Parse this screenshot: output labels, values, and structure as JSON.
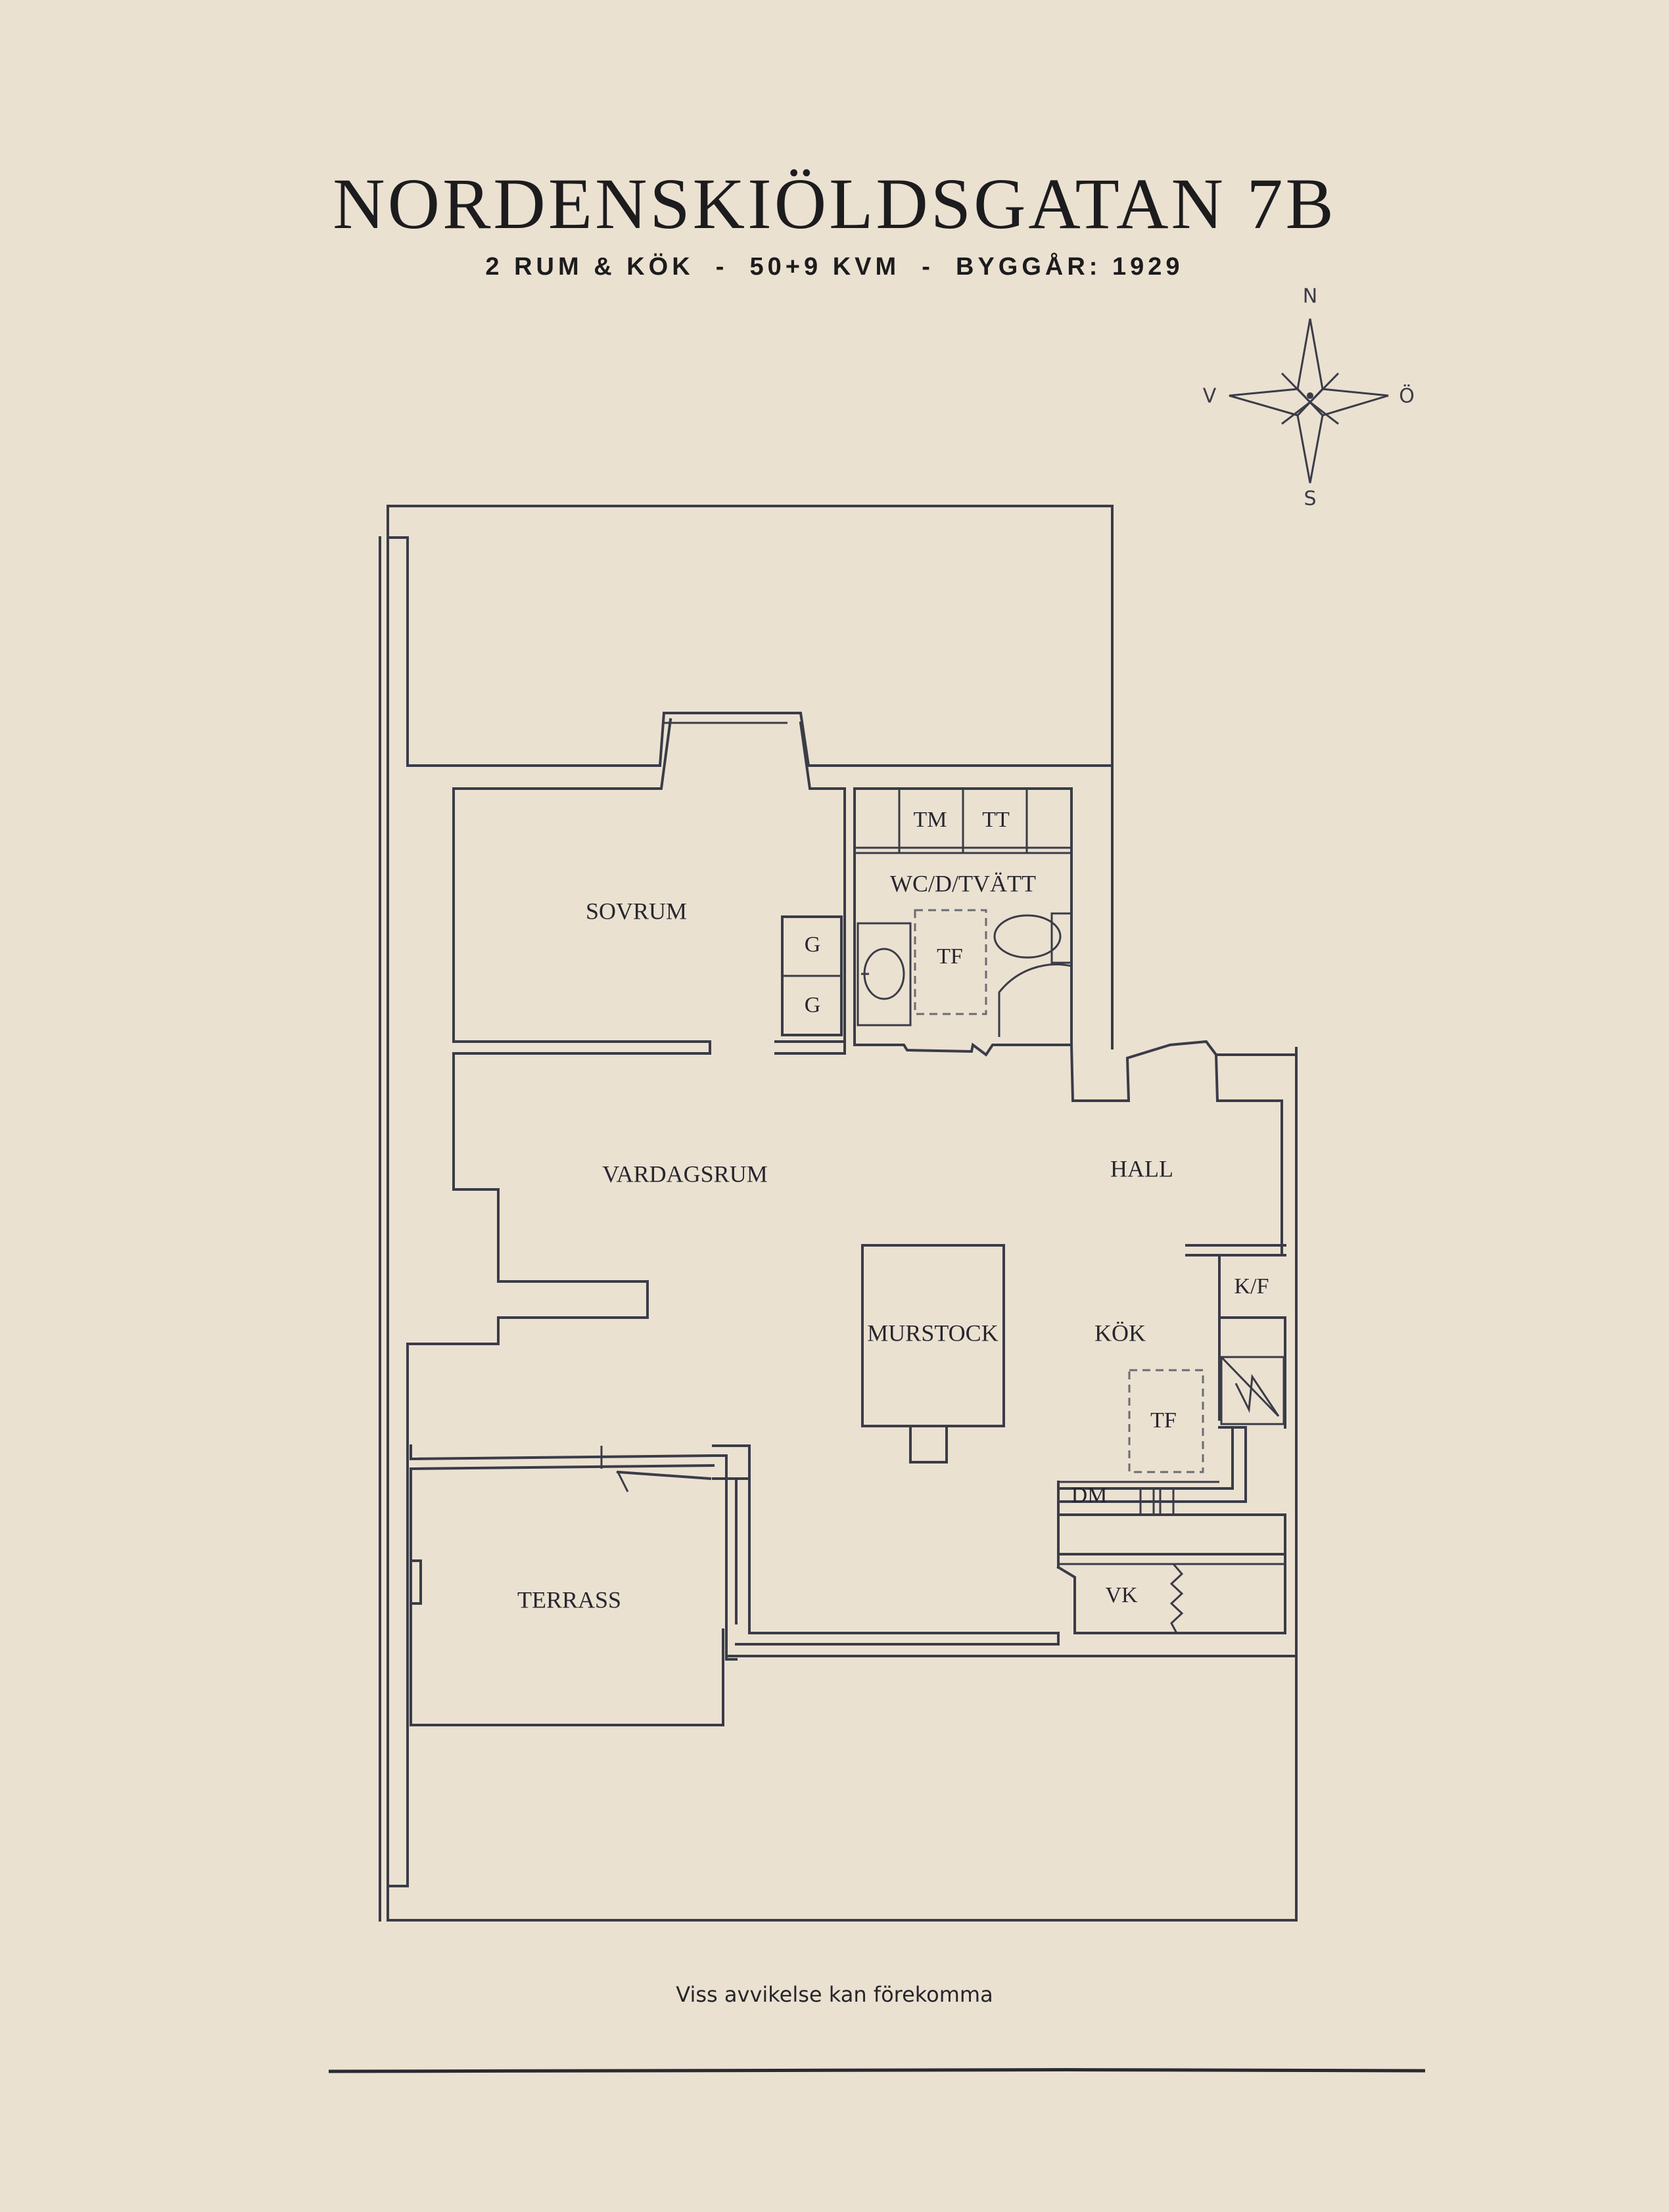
{
  "header": {
    "title": "NORDENSKIÖLDSGATAN 7B",
    "subtitle": "2 RUM & KÖK  -  50+9 KVM  -  BYGGÅR: 1929"
  },
  "compass": {
    "north": "N",
    "south": "S",
    "west": "V",
    "east": "Ö"
  },
  "rooms": {
    "sovrum": "SOVRUM",
    "vardagsrum": "VARDAGSRUM",
    "hall": "HALL",
    "kok": "KÖK",
    "murstock": "MURSTOCK",
    "terrass": "TERRASS",
    "wc": "WC/D/TVÄTT"
  },
  "fixtures": {
    "tm": "TM",
    "tt": "TT",
    "g1": "G",
    "g2": "G",
    "tf_bath": "TF",
    "tf_kitchen": "TF",
    "kf": "K/F",
    "dm": "DM",
    "vk": "VK"
  },
  "footer": {
    "disclaimer": "Viss avvikelse kan förekomma"
  },
  "colors": {
    "background": "#ebe1d1",
    "ink": "#3a3c48",
    "text": "#1c1c1e"
  }
}
